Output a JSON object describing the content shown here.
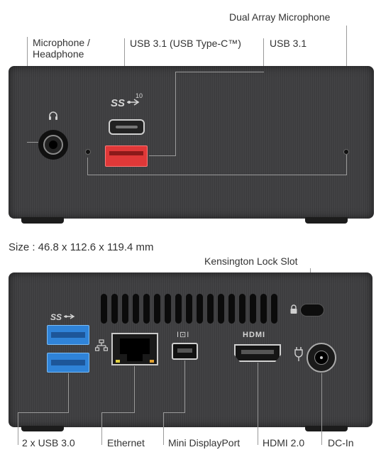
{
  "front": {
    "labels": {
      "mic_headphone": "Microphone / Headphone",
      "usb_typec": "USB 3.1 (USB Type-C™)",
      "usb31": "USB 3.1",
      "dual_mic": "Dual Array Microphone"
    },
    "usb_badge_number": "10"
  },
  "size_text": "Size : 46.8 x 112.6 x 119.4 mm",
  "rear": {
    "labels": {
      "kensington": "Kensington Lock Slot",
      "usb30": "2 x USB 3.0",
      "ethernet": "Ethernet",
      "mini_dp": "Mini DisplayPort",
      "hdmi": "HDMI 2.0",
      "dc_in": "DC-In"
    },
    "hdmi_logo": "HDMI"
  },
  "colors": {
    "chassis": "#3d3d3f",
    "usb31_port": "#e03838",
    "usb30_port": "#2f83d8",
    "leader_line": "#9a9a9a"
  }
}
